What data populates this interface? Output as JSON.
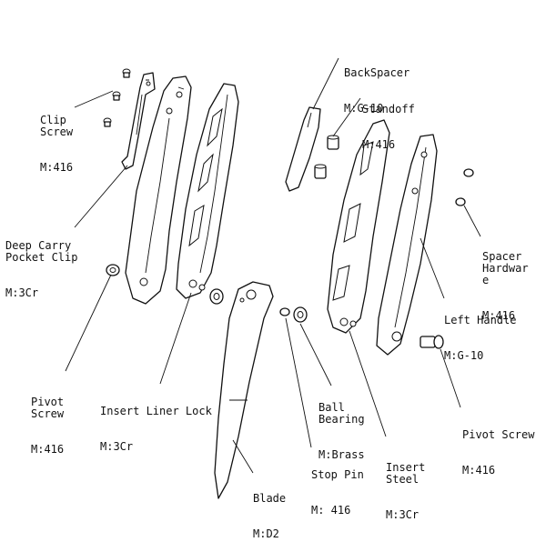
{
  "diagram": {
    "labels": {
      "clip_screw": {
        "name": "Clip\nScrew",
        "material": "M:416"
      },
      "deep_carry": {
        "name": "Deep Carry\nPocket Clip",
        "material": "M:3Cr"
      },
      "pivot_screw_left": {
        "name": "Pivot\nScrew",
        "material": "M:416"
      },
      "insert_liner": {
        "name": "Insert Liner Lock",
        "material": "M:3Cr"
      },
      "backspacer": {
        "name": "BackSpacer",
        "material": "M:G-10"
      },
      "standoff": {
        "name": "Standoff",
        "material": "M:416"
      },
      "spacer_hw": {
        "name": "Spacer\nHardwar\ne",
        "material": "M:416"
      },
      "left_handle": {
        "name": "Left Handle",
        "material": "M:G-10"
      },
      "ball_bearing": {
        "name": "Ball\nBearing",
        "material": "M:Brass"
      },
      "pivot_screw_right": {
        "name": "Pivot Screw",
        "material": "M:416"
      },
      "insert_steel": {
        "name": "Insert\nSteel",
        "material": "M:3Cr"
      },
      "stop_pin": {
        "name": "Stop Pin",
        "material": "M: 416"
      },
      "blade": {
        "name": "Blade",
        "material": "M:D2"
      }
    },
    "colors": {
      "line": "#111111",
      "background": "#ffffff"
    }
  }
}
